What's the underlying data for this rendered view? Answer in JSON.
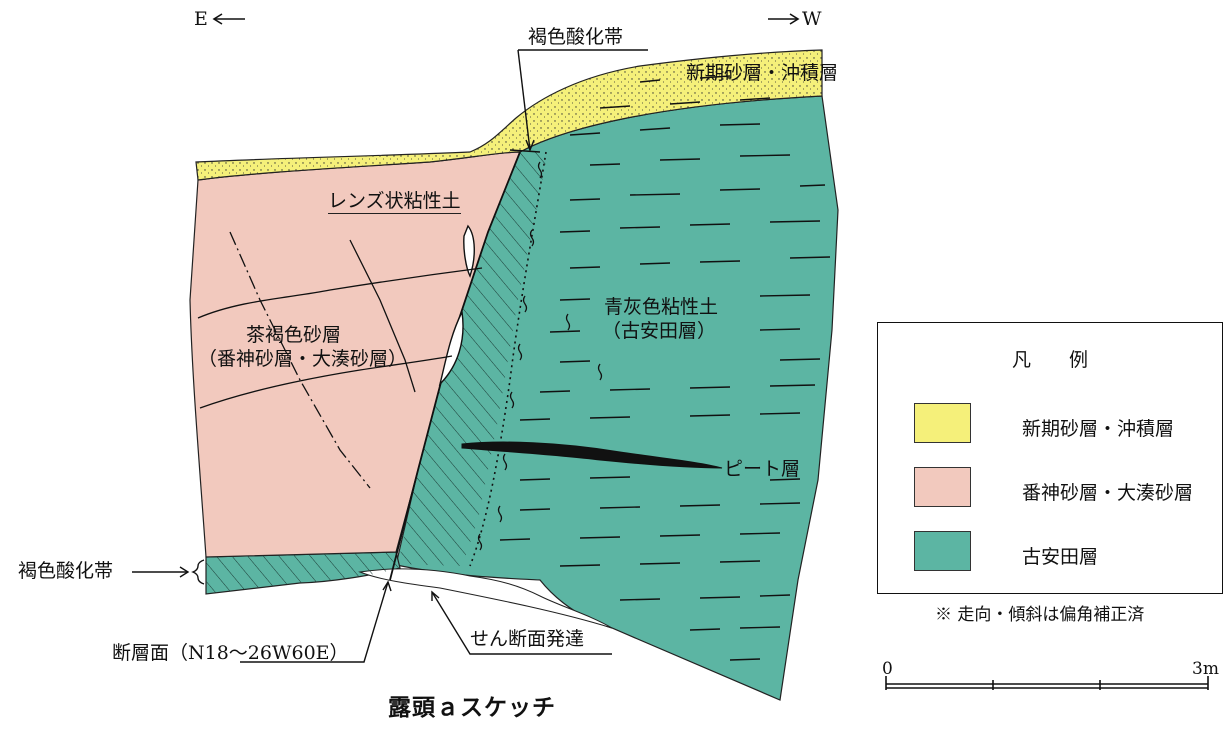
{
  "direction": {
    "east": "E",
    "west": "W"
  },
  "labels": {
    "oxidation_top": "褐色酸化帯",
    "shinki_layer": "新期砂層・沖積層",
    "lens_clay": "レンズ状粘性土",
    "brown_sand_line1": "茶褐色砂層",
    "brown_sand_line2": "（番神砂層・大湊砂層）",
    "blue_clay_line1": "青灰色粘性土",
    "blue_clay_line2": "（古安田層）",
    "peat": "ピート層",
    "oxidation_left": "褐色酸化帯",
    "fault_plane": "断層面（N18～26W60E）",
    "shear_plane": "せん断面発達"
  },
  "legend": {
    "title": "凡例",
    "items": [
      {
        "label": "新期砂層・沖積層",
        "color": "#f5f07a"
      },
      {
        "label": "番神砂層・大湊砂層",
        "color": "#f2c9be"
      },
      {
        "label": "古安田層",
        "color": "#5cb5a3"
      }
    ]
  },
  "note": "※ 走向・傾斜は偏角補正済",
  "scale": {
    "start": "0",
    "end": "3m"
  },
  "caption": "露頭ａスケッチ",
  "colors": {
    "sand_yellow": "#f5f07a",
    "sand_pink": "#f2c9be",
    "clay_teal": "#5cb5a3",
    "line": "#111111"
  }
}
